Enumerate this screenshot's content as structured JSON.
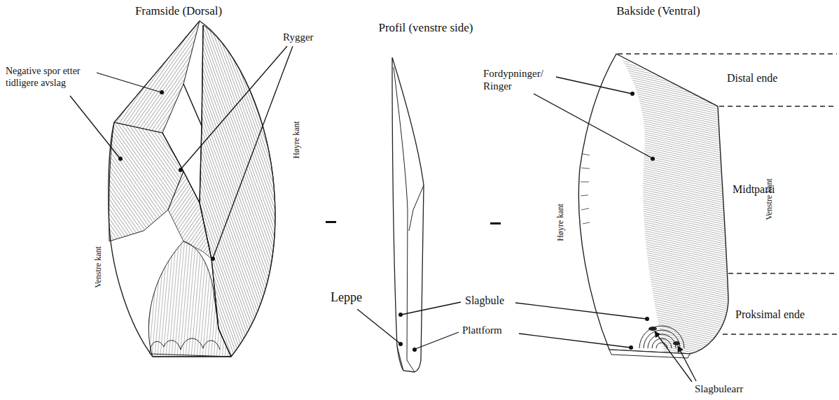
{
  "diagram": {
    "labels": [
      "Framside (Dorsal)",
      "Profil (venstre side)",
      "Bakside (Ventral)",
      "Negative spor etter tidligere avslag",
      "Rygger",
      "Venstre kant",
      "Høyre kant",
      "Leppe",
      "Slagbule",
      "Plattform",
      "Fordypninger/ Ringer",
      "Høyre kant",
      "Venstre kant",
      "Distal ende",
      "Midtparti",
      "Proksimal ende",
      "Slagbulearr"
    ]
  }
}
